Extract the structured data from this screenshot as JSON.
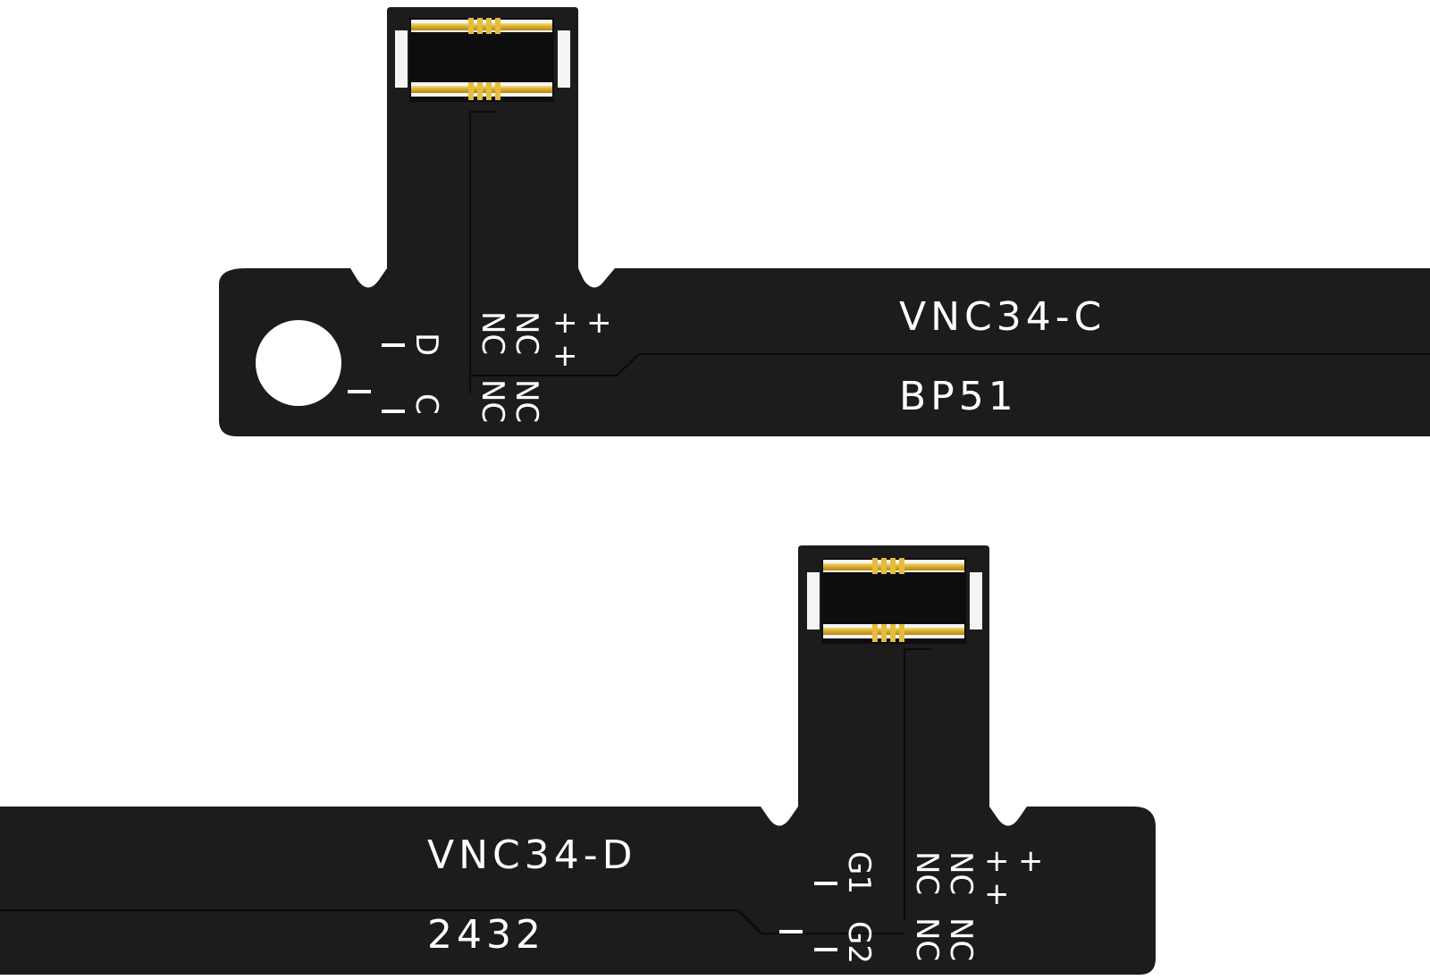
{
  "cables": [
    {
      "model_label": "VNC34-C",
      "variant_label": "BP51",
      "left_pins": {
        "top": "D",
        "bottom": "C"
      },
      "right_pins": {
        "col1": "NC",
        "col1_bottom": "NC",
        "col2": "NC",
        "col2_bottom": "NC"
      },
      "plus_label": "+",
      "minus_label": "—"
    },
    {
      "model_label": "VNC34-D",
      "variant_label": "2432",
      "left_pins": {
        "top": "G1",
        "bottom": "G2"
      },
      "right_pins": {
        "col1": "NC",
        "col1_bottom": "NC",
        "col2": "NC",
        "col2_bottom": "NC"
      },
      "plus_label": "+",
      "minus_label": "—"
    }
  ],
  "colors": {
    "board": "#1c1c1c",
    "trace": "#0a0a0a",
    "gold": "#e4bd3e",
    "silver": "#f4f4f4"
  }
}
